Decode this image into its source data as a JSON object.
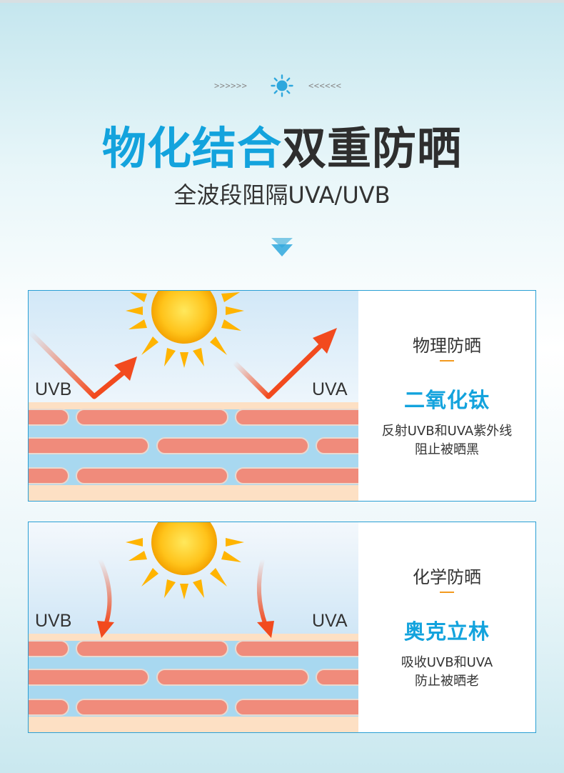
{
  "header": {
    "arrows_left": ">>>>>>",
    "arrows_right": "<<<<<<",
    "title_blue": "物化结合",
    "title_dark": "双重防晒",
    "subtitle": "全波段阻隔UVA/UVB"
  },
  "panels": [
    {
      "left_label": "UVB",
      "right_label": "UVA",
      "heading": "物理防晒",
      "name": "二氧化钛",
      "desc_line1": "反射UVB和UVA紫外线",
      "desc_line2": "阻止被晒黑"
    },
    {
      "left_label": "UVB",
      "right_label": "UVA",
      "heading": "化学防晒",
      "name": "奥克立林",
      "desc_line1": "吸收UVB和UVA",
      "desc_line2": "防止被晒老"
    }
  ],
  "icons": {
    "header_icon": "sun-icon",
    "divider_icon": "double-chevron-down-icon"
  },
  "colors": {
    "accent_blue": "#13a3dd",
    "arrow_red": "#f24a1e",
    "skin_band": "#f08b7b",
    "dash_orange": "#f39a1f"
  }
}
